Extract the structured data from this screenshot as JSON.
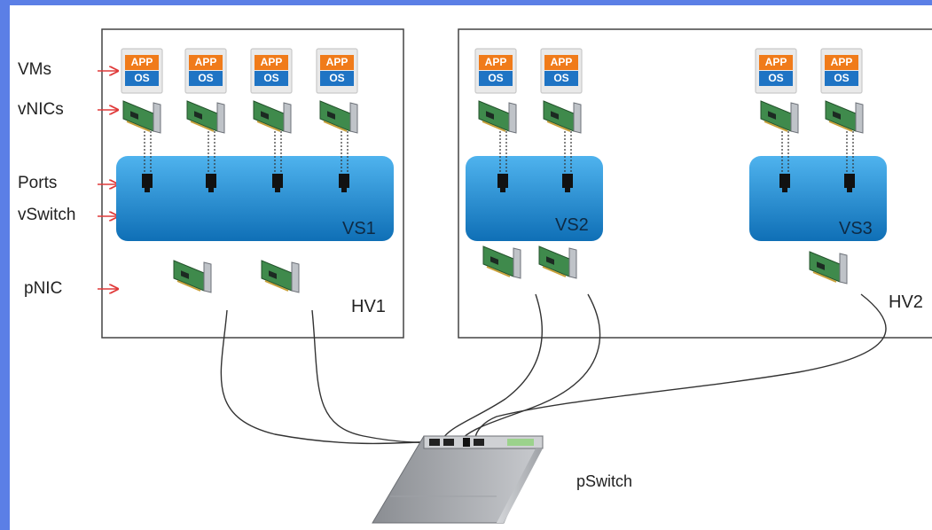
{
  "legend": {
    "vms": "VMs",
    "vnics": "vNICs",
    "ports": "Ports",
    "vswitch": "vSwitch",
    "pnic": "pNIC"
  },
  "vm_app": "APP",
  "vm_os": "OS",
  "hosts": [
    {
      "name": "HV1",
      "vswitches": [
        "VS1"
      ]
    },
    {
      "name": "HV2",
      "vswitches": [
        "VS2",
        "VS3"
      ]
    }
  ],
  "pswitch": "pSwitch",
  "colors": {
    "frame": "#5b7fe6",
    "app": "#f07b1a",
    "os": "#1f74c4",
    "vswitch": "#1a7fc4",
    "arrow": "#e03a3a",
    "nic": "#3f8a4c"
  }
}
